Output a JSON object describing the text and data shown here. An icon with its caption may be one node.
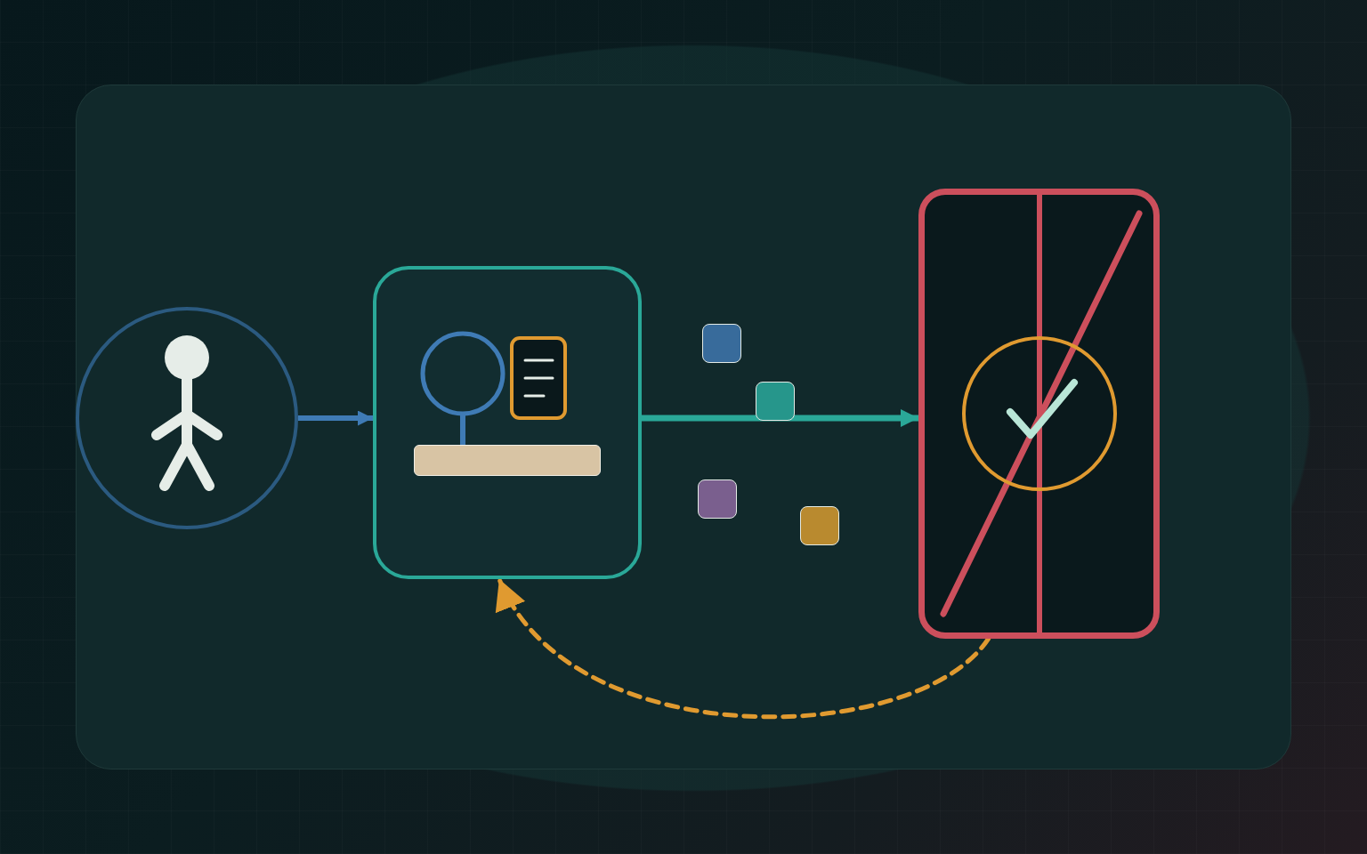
{
  "diagram": {
    "nodes": [
      {
        "text": [],
        "shape": "box"
      },
      {
        "text": [],
        "shape": "person",
        "in": 0
      },
      {
        "text": [],
        "shape": "box",
        "in": 0
      },
      {
        "text": [],
        "shape": "box",
        "in": 0
      },
      {
        "text": [],
        "shape": "box",
        "in": 0
      },
      {
        "text": [],
        "shape": "box",
        "in": 0
      },
      {
        "text": [],
        "shape": "box",
        "in": 0
      },
      {
        "text": [],
        "shape": "box",
        "in": 0
      }
    ],
    "edges": [
      {
        "from": 1,
        "to": 2,
        "arrow": "to",
        "color": "#3f7bb5"
      },
      {
        "from": 2,
        "to": 3,
        "arrow": "to",
        "color": "#2aa898"
      },
      {
        "from": 3,
        "to": 2,
        "arrow": "to",
        "style": "dashed",
        "color": "#e09a30"
      }
    ]
  }
}
